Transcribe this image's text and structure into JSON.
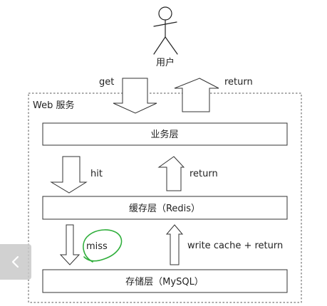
{
  "user": {
    "label": "用户"
  },
  "service": {
    "label": "Web 服务"
  },
  "layers": {
    "business": "业务层",
    "cache": "缓存层（Redis）",
    "storage": "存储层（MySQL）"
  },
  "arrows": {
    "get": "get",
    "return_top": "return",
    "hit": "hit",
    "return_mid": "return",
    "miss": "miss",
    "write_back": "write cache + return"
  },
  "annotation": {
    "color": "#2fae3b"
  },
  "nav": {
    "back_icon": "chevron-left-icon"
  }
}
